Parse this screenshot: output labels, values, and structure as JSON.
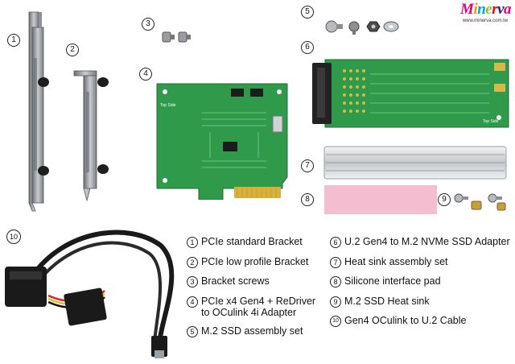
{
  "brand": {
    "logo_text": "Minerva",
    "url": "www.minerva.com.tw"
  },
  "callouts": [
    "1",
    "2",
    "3",
    "4",
    "5",
    "6",
    "7",
    "8",
    "9",
    "10"
  ],
  "board_labels": {
    "adapter_top_side": "Top Side",
    "m2_top_side": "Top Side"
  },
  "legend_left": [
    {
      "num": "1",
      "text": "PCIe standard Bracket"
    },
    {
      "num": "2",
      "text": "PCIe low profile Bracket"
    },
    {
      "num": "3",
      "text": "Bracket screws"
    },
    {
      "num": "4",
      "text": "PCIe x4 Gen4 + ReDriver\nto OCulink 4i Adapter"
    },
    {
      "num": "5",
      "text": "M.2 SSD assembly set"
    }
  ],
  "legend_right": [
    {
      "num": "6",
      "text": "U.2 Gen4 to M.2 NVMe SSD Adapter"
    },
    {
      "num": "7",
      "text": "Heat sink assembly set"
    },
    {
      "num": "8",
      "text": "Silicone interface pad"
    },
    {
      "num": "9",
      "text": "M.2 SSD Heat sink"
    },
    {
      "num": "10",
      "text": "Gen4 OCulink to U.2 Cable"
    }
  ],
  "colors": {
    "pcb": "#2e9a4a",
    "heatsink": "#d7d9dc",
    "pad": "#f3bfd0",
    "bracket": "#a9adb1",
    "cable": "#1a1a1a"
  }
}
